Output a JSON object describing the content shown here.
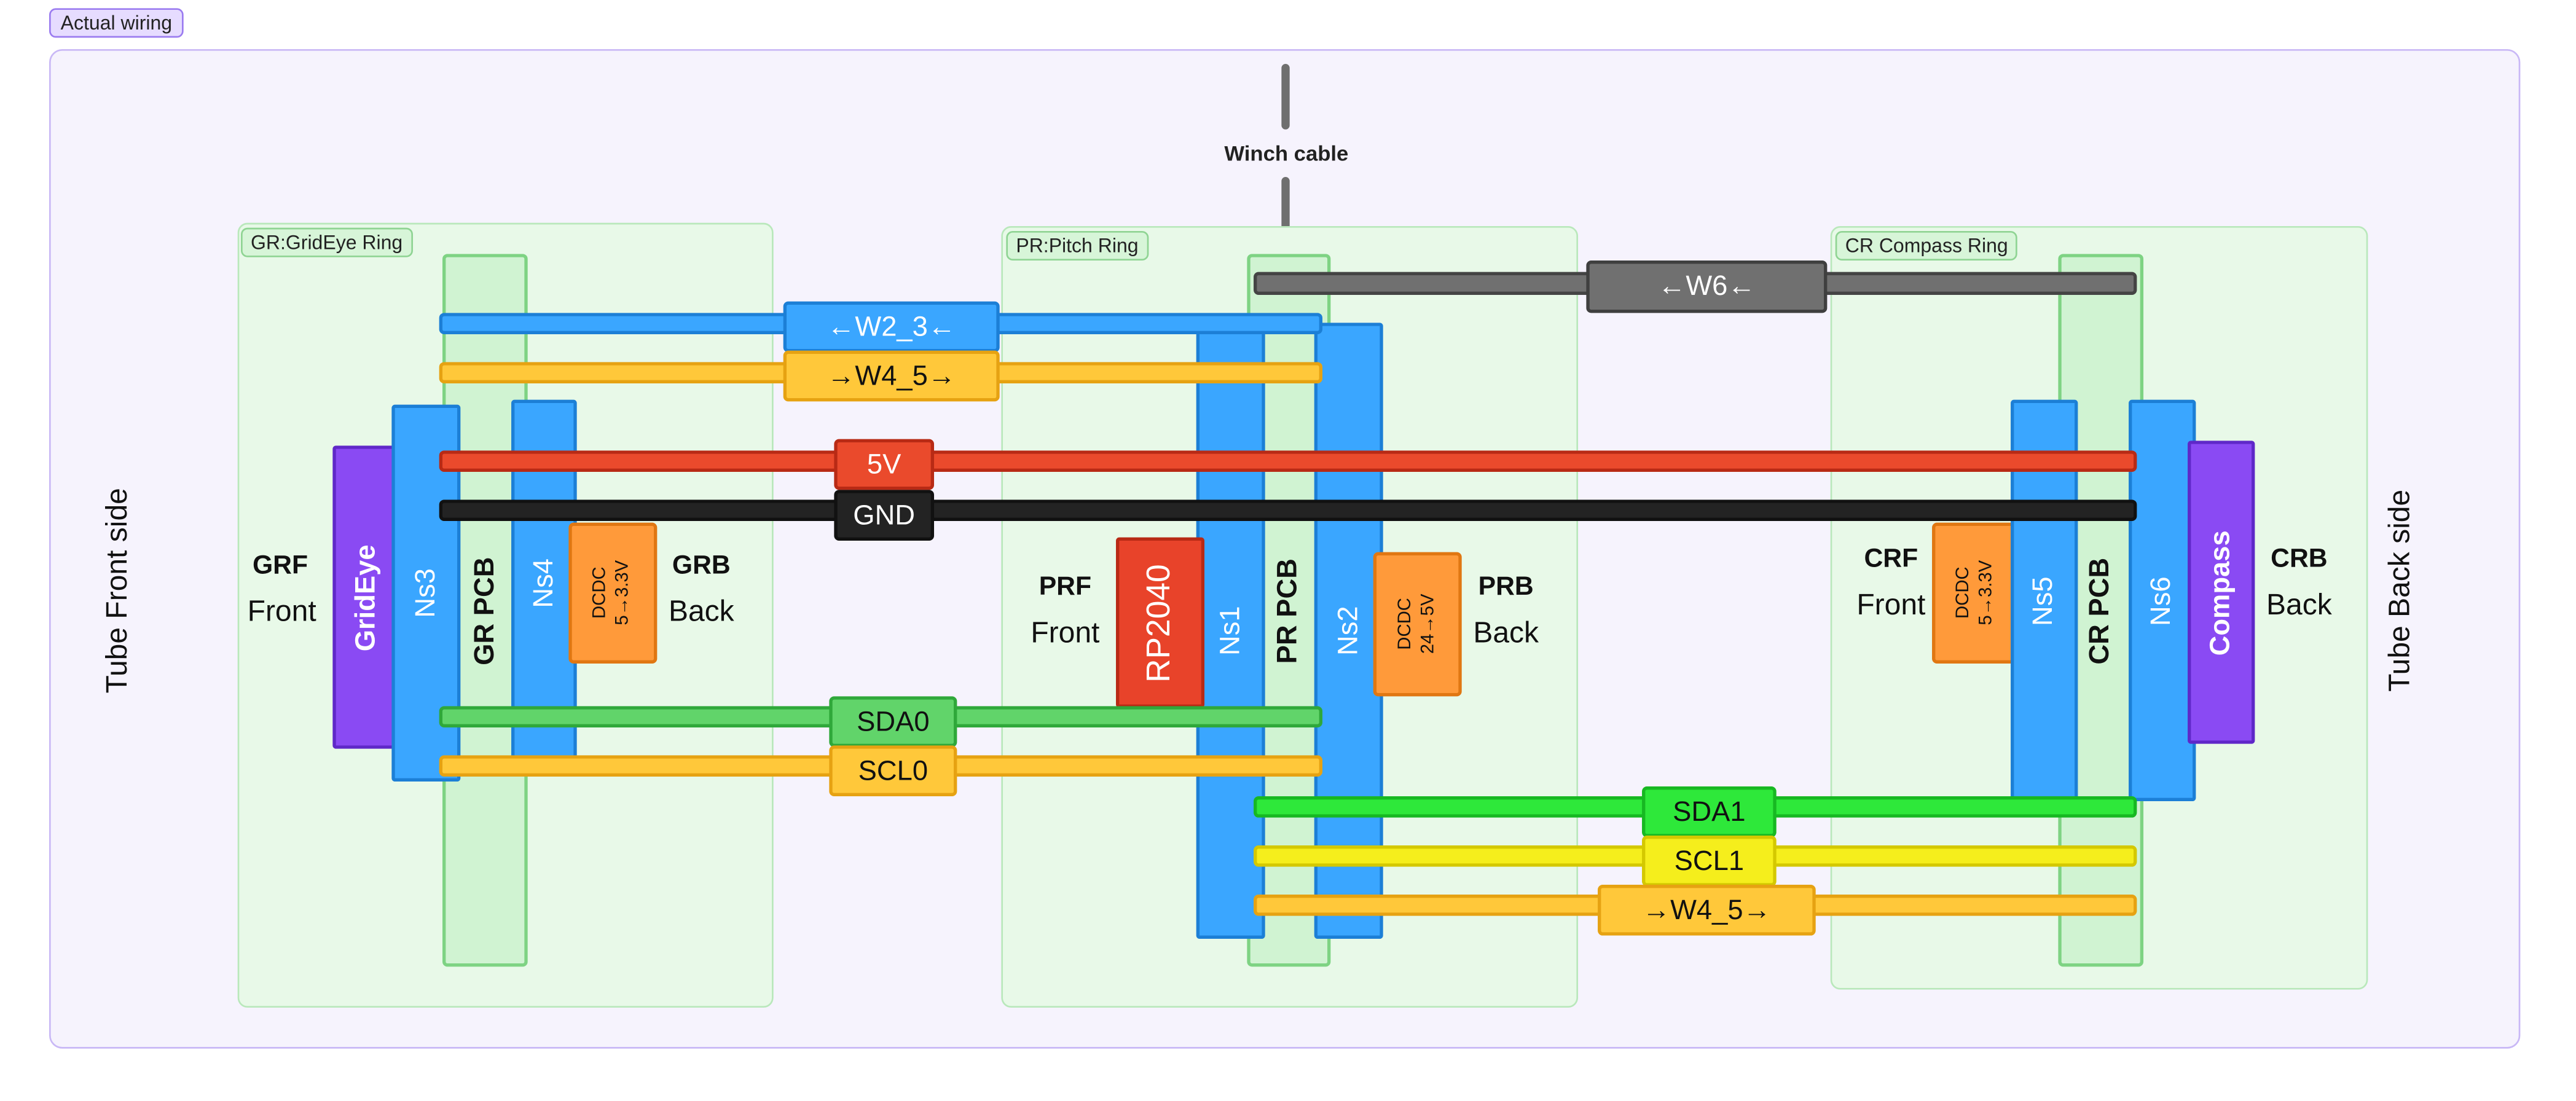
{
  "frame_title": "Actual wiring",
  "tube_front": "Tube Front side",
  "tube_back": "Tube Back side",
  "winch": "Winch cable",
  "rings": {
    "gr": {
      "tag": "GR:GridEye Ring",
      "pcb": "GR PCB",
      "ns_a": "Ns3",
      "ns_b": "Ns4",
      "device": "GridEye",
      "dcdc_top": "DCDC",
      "dcdc_bottom": "5→3.3V",
      "front_title": "GRF",
      "front_sub": "Front",
      "back_title": "GRB",
      "back_sub": "Back"
    },
    "pr": {
      "tag": "PR:Pitch Ring",
      "pcb": "PR PCB",
      "ns_a": "Ns1",
      "ns_b": "Ns2",
      "device": "RP2040",
      "dcdc_top": "DCDC",
      "dcdc_bottom": "24→5V",
      "front_title": "PRF",
      "front_sub": "Front",
      "back_title": "PRB",
      "back_sub": "Back"
    },
    "cr": {
      "tag": "CR Compass Ring",
      "pcb": "CR PCB",
      "ns_a": "Ns5",
      "ns_b": "Ns6",
      "device": "Compass",
      "dcdc_top": "DCDC",
      "dcdc_bottom": "5→3.3V",
      "front_title": "CRF",
      "front_sub": "Front",
      "back_title": "CRB",
      "back_sub": "Back"
    }
  },
  "wires": {
    "w6": "←W6←",
    "w2_3": "←W2_3←",
    "w4_5_a": "→W4_5→",
    "v5": "5V",
    "gnd": "GND",
    "sda0": "SDA0",
    "scl0": "SCL0",
    "sda1": "SDA1",
    "scl1": "SCL1",
    "w4_5_b": "→W4_5→"
  },
  "colors": {
    "ns_blue": "#3aa6ff",
    "pcb_green": "#d0f3d2",
    "device_purple": "#8a4af3",
    "rp2040_red": "#e8432a",
    "dcdc_orange": "#ff9a3a",
    "power_red": "#ea4a2c",
    "gnd_black": "#232323",
    "i2c_green": "#61d46a",
    "i2c_bright_green": "#2ee83a",
    "scl_yellow": "#ffc83a",
    "scl1_yellow": "#f5ee1c",
    "cable_gray": "#707070"
  }
}
